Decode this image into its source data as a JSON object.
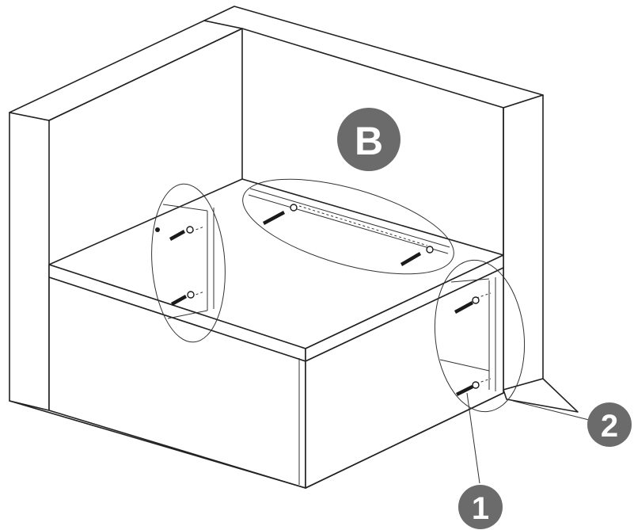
{
  "callouts": {
    "view_label": "B",
    "part_1": "1",
    "part_2": "2"
  },
  "colors": {
    "badge": "#6b6b6b",
    "line": "#222222",
    "background": "#ffffff"
  }
}
